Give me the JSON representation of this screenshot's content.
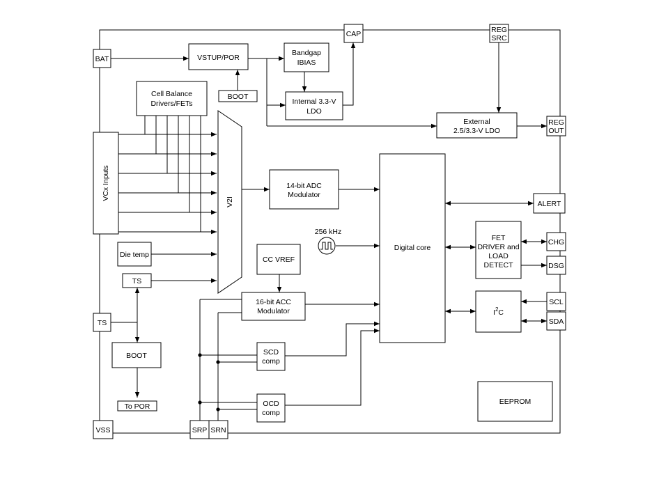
{
  "pins": {
    "bat": "BAT",
    "cap": "CAP",
    "reg_src": [
      "REG",
      "SRC"
    ],
    "reg_out": [
      "REG",
      "OUT"
    ],
    "alert": "ALERT",
    "chg": "CHG",
    "dsg": "DSG",
    "scl": "SCL",
    "sda": "SDA",
    "ts": "TS",
    "vss": "VSS",
    "srp": "SRP",
    "srn": "SRN"
  },
  "blocks": {
    "vstup_por": "VSTUP/POR",
    "boot_top": "BOOT",
    "bandgap": [
      "Bandgap",
      "IBIAS"
    ],
    "internal_ldo": [
      "Internal 3.3-V",
      "LDO"
    ],
    "external_ldo": [
      "External",
      "2.5/3.3-V LDO"
    ],
    "cell_balance": [
      "Cell Balance",
      "Drivers/FETs"
    ],
    "vcx_inputs": "VCx Inputs",
    "v2i": "V2I",
    "adc": [
      "14-bit ADC",
      "Modulator"
    ],
    "clock_label": "256 kHz",
    "digital_core": "Digital core",
    "fet_driver": [
      "FET",
      "DRIVER and",
      "LOAD",
      "DETECT"
    ],
    "i2c": {
      "main": "I",
      "sup": "2",
      "tail": "C"
    },
    "die_temp": "Die temp",
    "ts_internal": "TS",
    "cc_vref": "CC VREF",
    "acc": [
      "16-bit ACC",
      "Modulator"
    ],
    "scd": [
      "SCD",
      "comp"
    ],
    "ocd": [
      "OCD",
      "comp"
    ],
    "boot_bottom": "BOOT",
    "to_por": "To POR",
    "eeprom": "EEPROM"
  }
}
